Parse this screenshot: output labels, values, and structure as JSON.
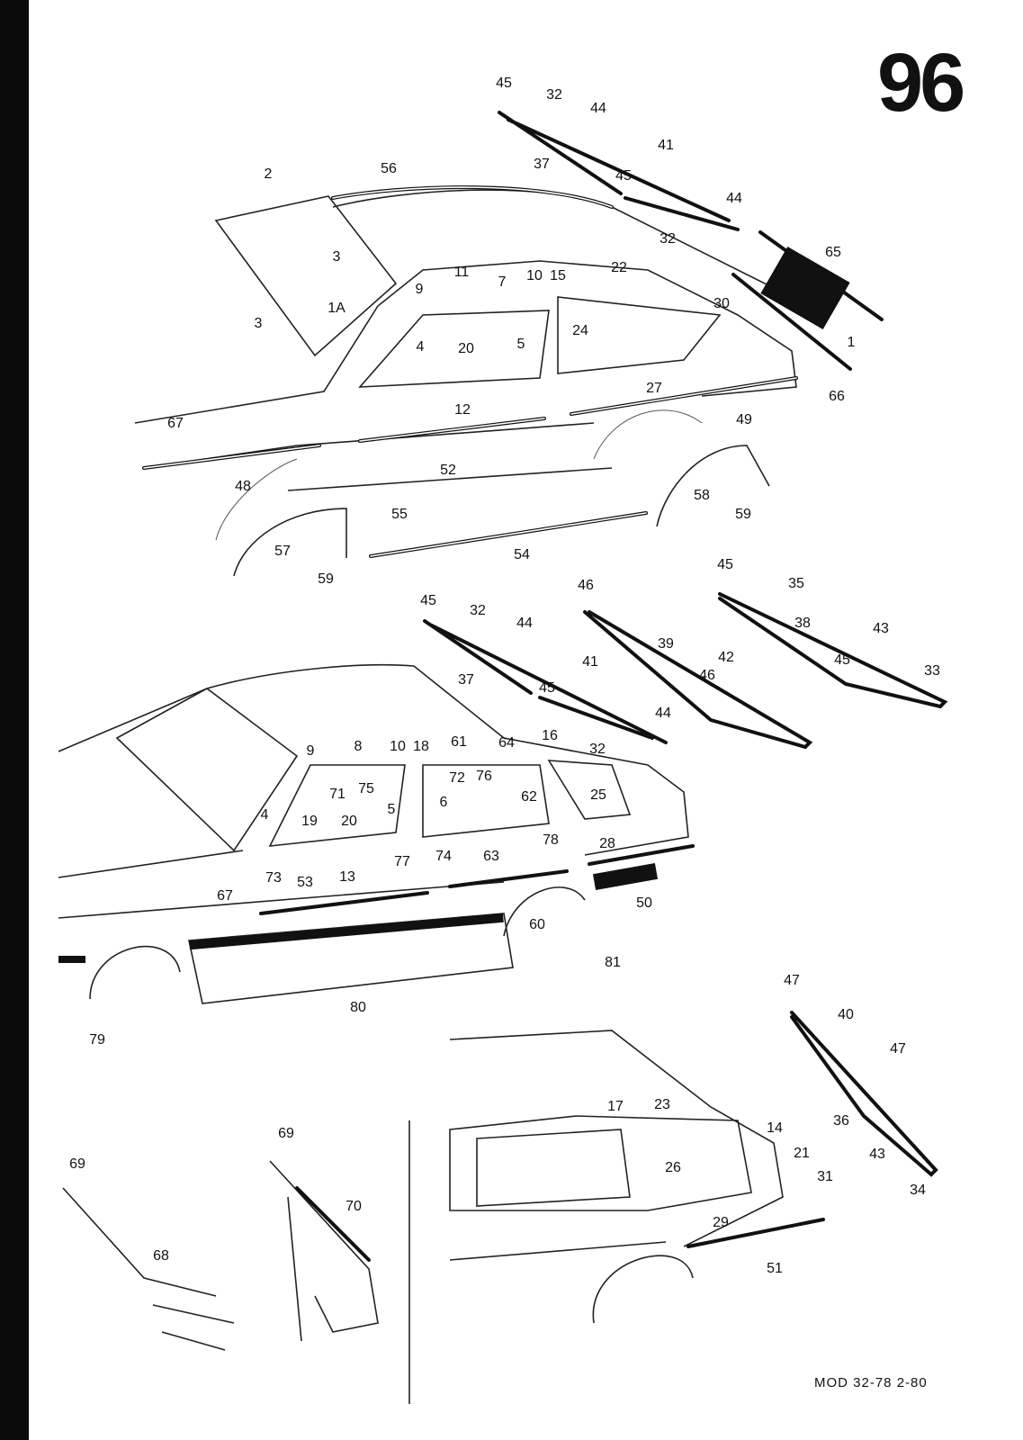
{
  "page_number": "96",
  "footer": "MOD 32-78  2-80",
  "labels": [
    "45",
    "32",
    "44",
    "41",
    "37",
    "45",
    "44",
    "32",
    "2",
    "56",
    "3",
    "3",
    "1A",
    "11",
    "9",
    "7",
    "10",
    "15",
    "22",
    "30",
    "65",
    "1",
    "66",
    "4",
    "20",
    "5",
    "24",
    "12",
    "27",
    "49",
    "67",
    "48",
    "52",
    "58",
    "59",
    "55",
    "57",
    "54",
    "59",
    "45",
    "32",
    "44",
    "41",
    "37",
    "45",
    "44",
    "32",
    "46",
    "42",
    "39",
    "46",
    "45",
    "35",
    "38",
    "43",
    "45",
    "33",
    "9",
    "8",
    "10",
    "18",
    "61",
    "64",
    "16",
    "71",
    "75",
    "72",
    "76",
    "5",
    "6",
    "62",
    "25",
    "4",
    "19",
    "20",
    "13",
    "77",
    "74",
    "63",
    "78",
    "28",
    "73",
    "67",
    "53",
    "50",
    "60",
    "81",
    "80",
    "79",
    "47",
    "40",
    "47",
    "36",
    "43",
    "34",
    "17",
    "23",
    "14",
    "21",
    "31",
    "26",
    "29",
    "51",
    "69",
    "69",
    "70",
    "68"
  ]
}
